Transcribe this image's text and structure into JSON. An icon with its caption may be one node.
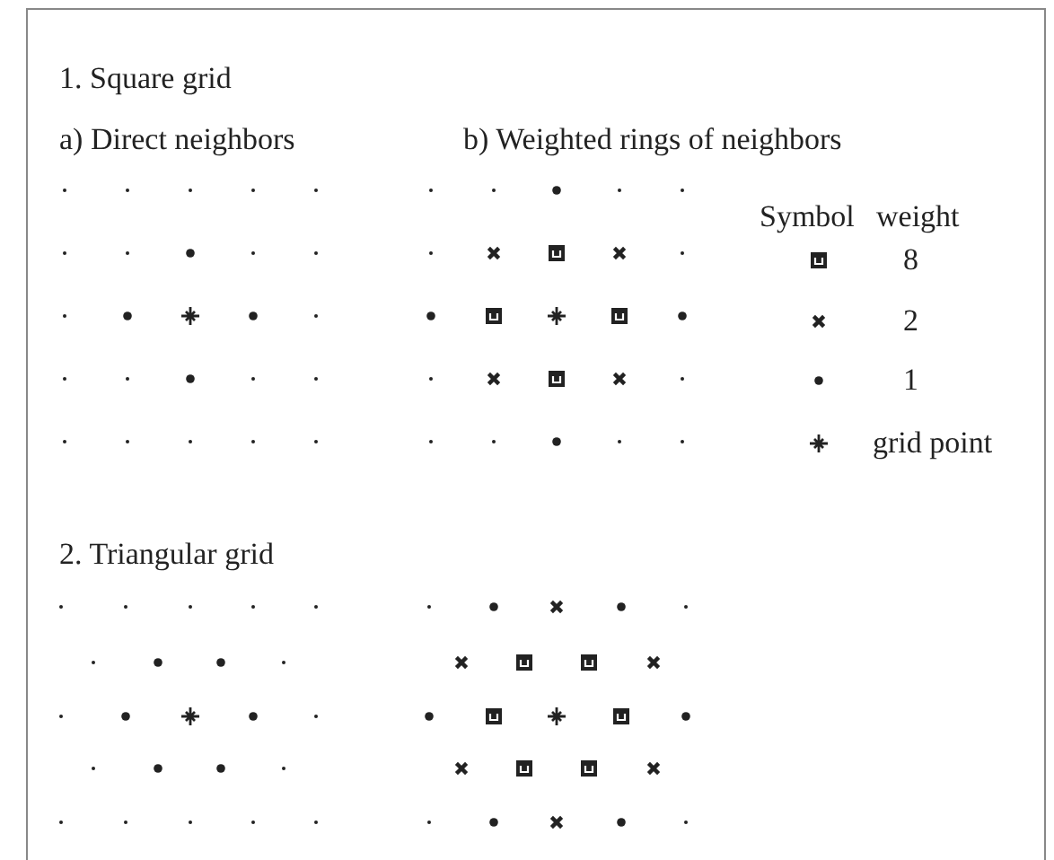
{
  "diagram": {
    "labels": [
      "1. Square grid",
      "a) Direct neighbors",
      "b) Weighted rings of neighbors",
      "Symbol",
      "weight",
      "2. Triangular grid"
    ],
    "legend": [
      {
        "text": "8"
      },
      {
        "text": "2"
      },
      {
        "text": "1"
      },
      {
        "text": "grid point"
      }
    ]
  }
}
